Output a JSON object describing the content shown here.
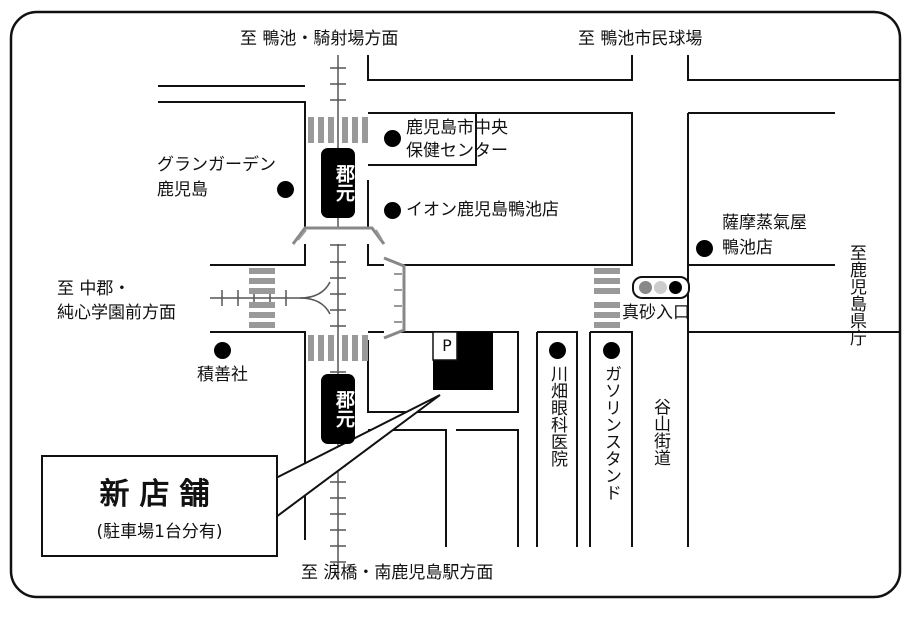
{
  "labels": {
    "to_kamoike_kisha": "至 鴨池・騎射場方面",
    "to_kamoike_stadium": "至 鴨池市民球場",
    "health_center_line1": "鹿児島市中央",
    "health_center_line2": "保健センター",
    "aeon": "イオン鹿児島鴨池店",
    "grand_garden_line1": "グランガーデン",
    "grand_garden_line2": "鹿児島",
    "satsuma_line1": "薩摩蒸氣屋",
    "satsuma_line2": "鴨池店",
    "to_kagoshima_pref": "至鹿児島県庁",
    "to_nakagori_line1": "至 中郡・",
    "to_nakagori_line2": "純心学園前方面",
    "masago_iriguchi": "真砂入口",
    "sekisui": "積善社",
    "kawabata_clinic": "川畑眼科医院",
    "gas_station": "ガソリンスタンド",
    "taniyama_street": "谷山街道",
    "to_namidabashi": "至 涙橋・南鹿児島駅方面",
    "station_top": "郡元",
    "station_bottom": "郡元",
    "parking_mark": "P",
    "new_store_title": "新店舗",
    "new_store_sub": "(駐車場1台分有)"
  },
  "colors": {
    "ink": "#111111",
    "road_fill": "#ffffff",
    "crosswalk": "#999999",
    "signal_mid": "#bbbbbb",
    "station_bg": "#000000"
  }
}
